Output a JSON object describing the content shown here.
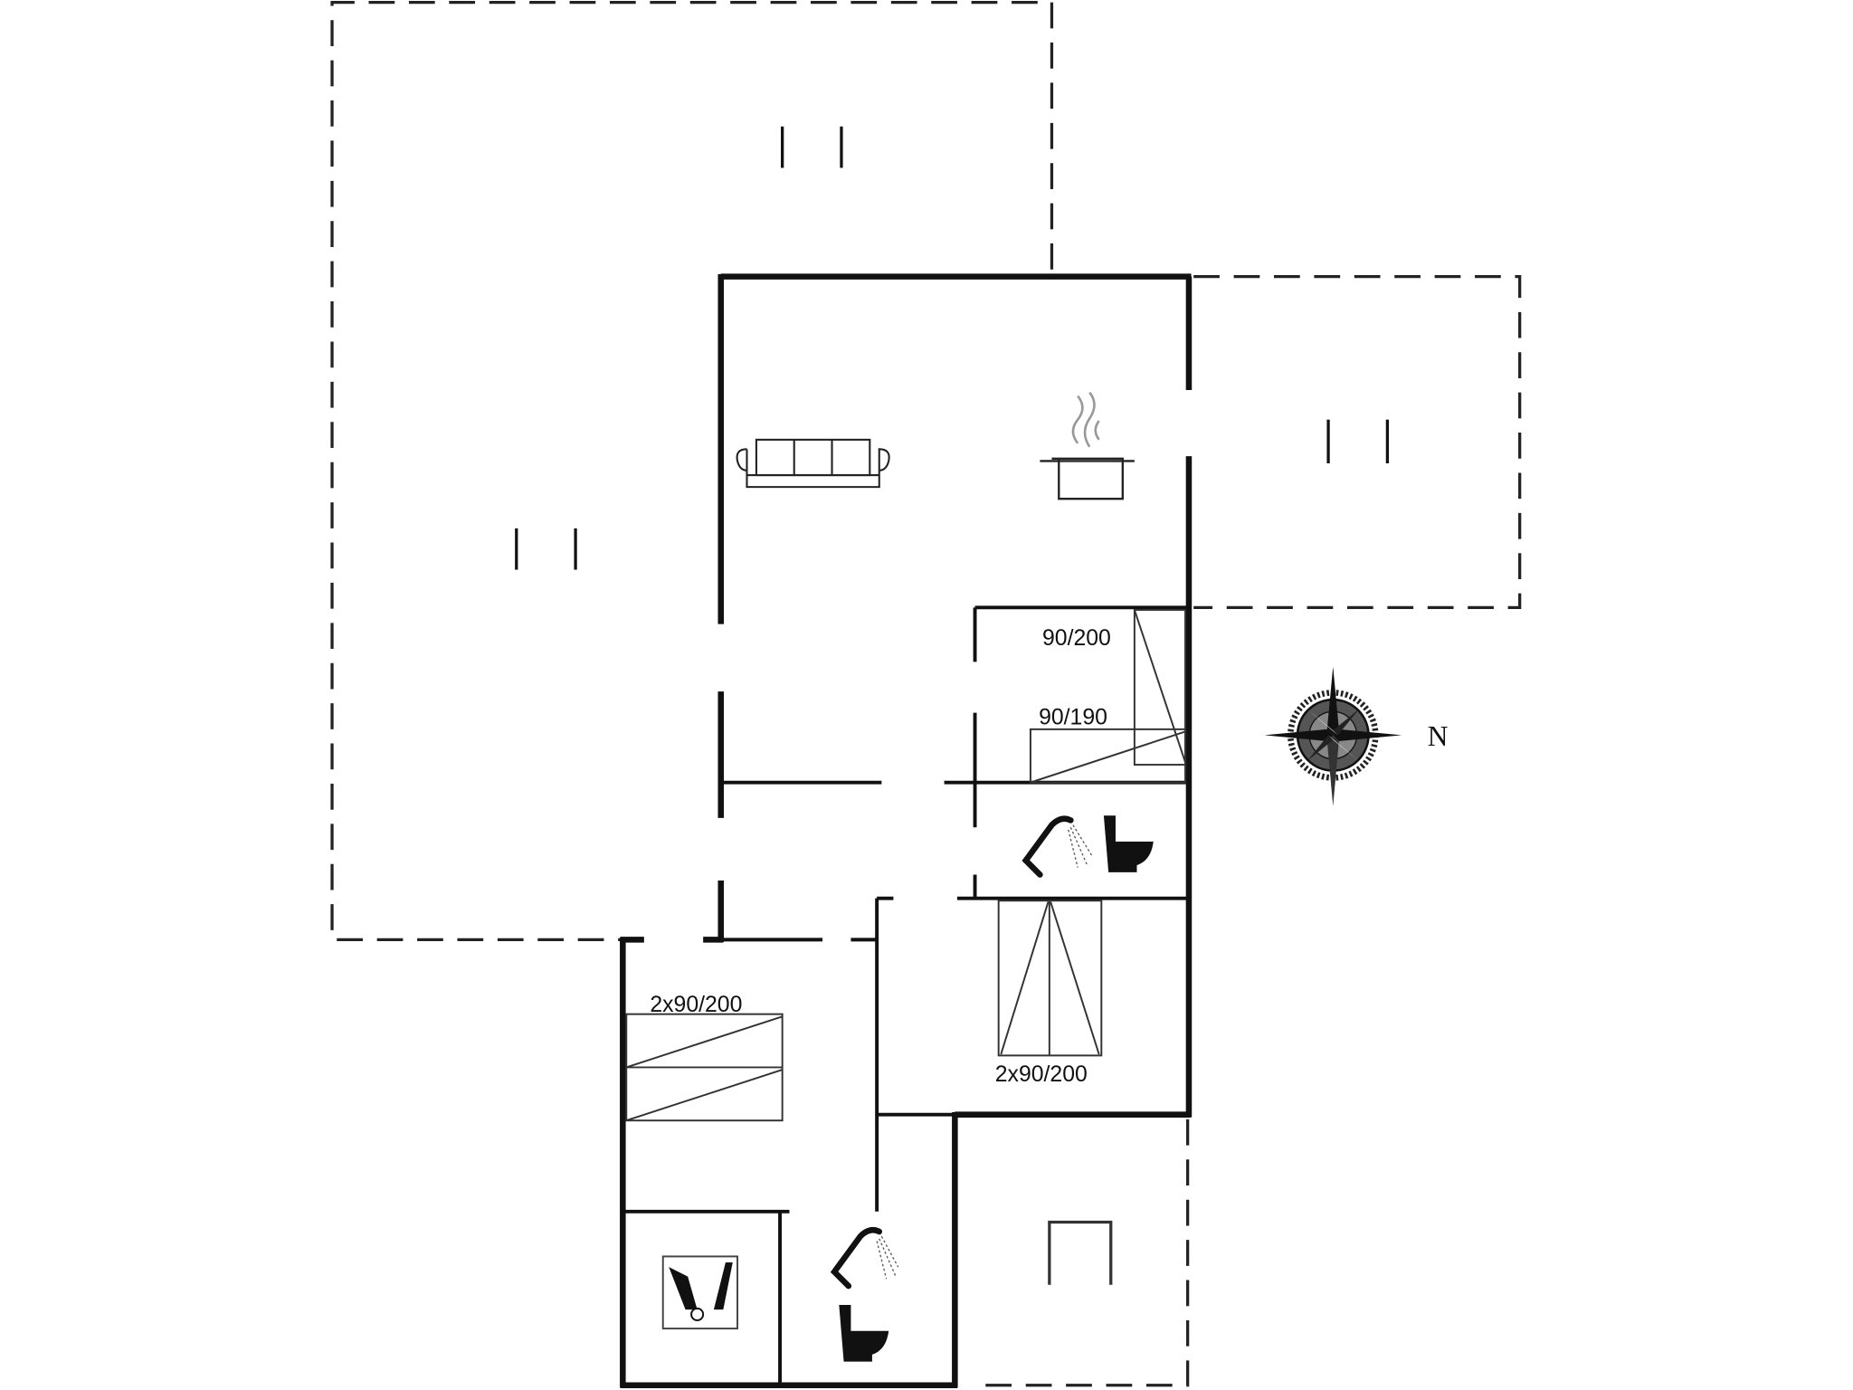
{
  "floor_plan": {
    "beds": [
      {
        "label": "90/200"
      },
      {
        "label": "90/190"
      },
      {
        "label": "2x90/200"
      },
      {
        "label": "2x90/200"
      }
    ],
    "compass": {
      "north_label": "N",
      "icon": "compass-rose-icon"
    },
    "icons": [
      "sofa-icon",
      "cooking-pot-icon",
      "shower-icon",
      "toilet-icon",
      "washing-machine-icon",
      "stove-icon"
    ],
    "colors": {
      "lines": "#111111",
      "background": "#ffffff"
    }
  }
}
